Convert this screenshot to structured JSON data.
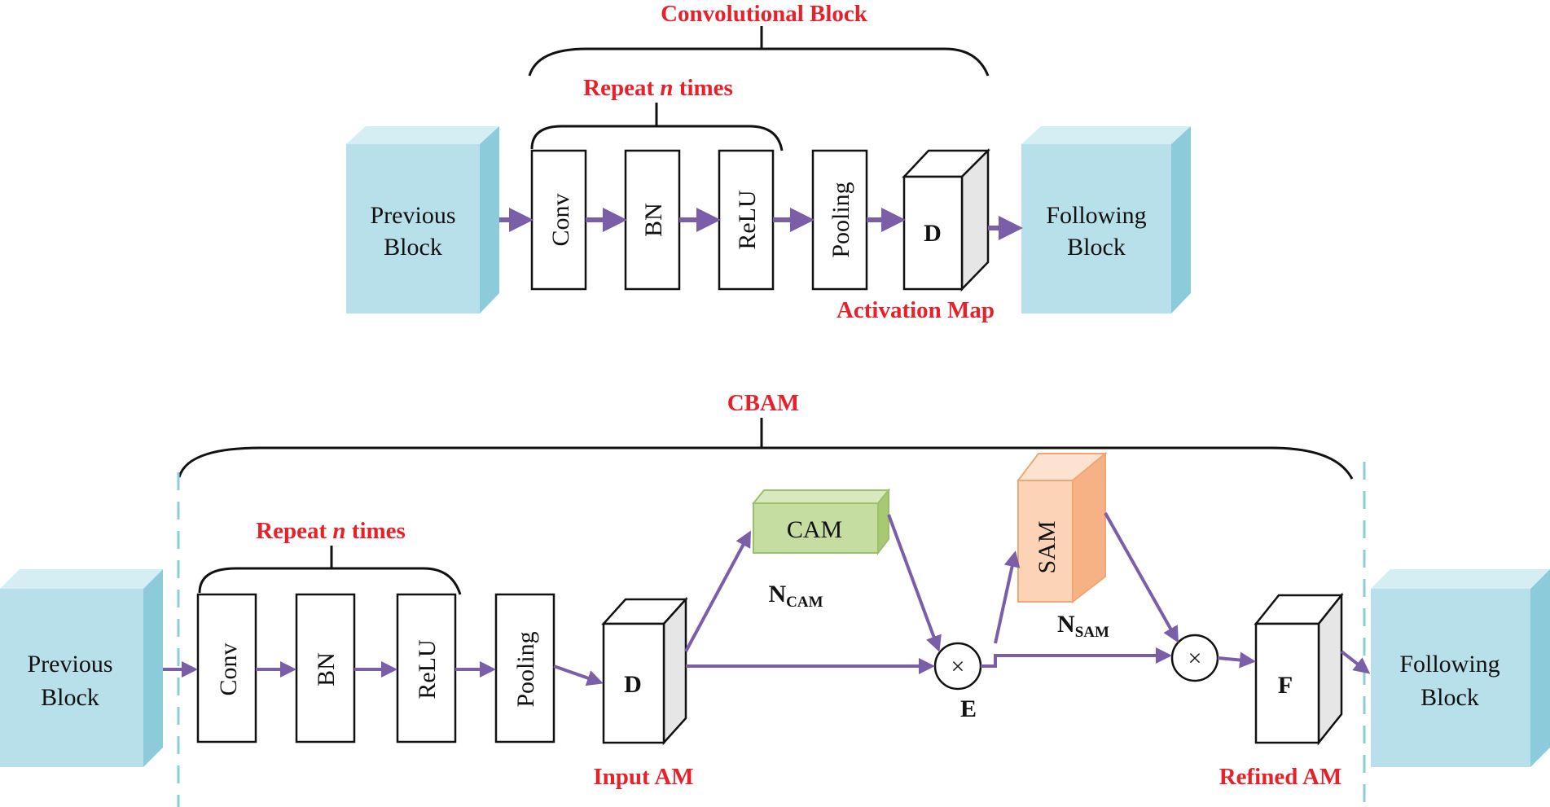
{
  "colors": {
    "accent_red": "#e8202a",
    "arrow_purple": "#7b5ea8",
    "block_blue_front": "#b8e0ea",
    "block_blue_top": "#d5eef4",
    "block_blue_side": "#8ccbd9",
    "cam_green_front": "#c5dda0",
    "cam_green_top": "#d8e9bd",
    "cam_green_side": "#a8c876",
    "sam_orange_front": "#fcd3b6",
    "sam_orange_top": "#fde2cf",
    "sam_orange_side": "#f6b184",
    "divider_dashed": "#8fcbd8"
  },
  "top": {
    "title": "Convolutional Block",
    "repeat_label": {
      "prefix": "Repeat ",
      "n": "n",
      "suffix": " times"
    },
    "previous_block": [
      "Previous",
      "Block"
    ],
    "layers": [
      "Conv",
      "BN",
      "ReLU",
      "Pooling"
    ],
    "activation_box": "D",
    "activation_label": "Activation Map",
    "following_block": [
      "Following",
      "Block"
    ]
  },
  "bottom": {
    "title": "CBAM",
    "repeat_label": {
      "prefix": "Repeat ",
      "n": "n",
      "suffix": " times"
    },
    "previous_block": [
      "Previous",
      "Block"
    ],
    "layers": [
      "Conv",
      "BN",
      "ReLU",
      "Pooling"
    ],
    "input_box": "D",
    "input_label": "Input AM",
    "cam_box": "CAM",
    "cam_label": {
      "main": "N",
      "sub": "CAM"
    },
    "sam_box": "SAM",
    "sam_label": {
      "main": "N",
      "sub": "SAM"
    },
    "multiply_symbol": "×",
    "multiply_label": "E",
    "refined_box": "F",
    "refined_label": "Refined AM",
    "following_block": [
      "Following",
      "Block"
    ]
  }
}
